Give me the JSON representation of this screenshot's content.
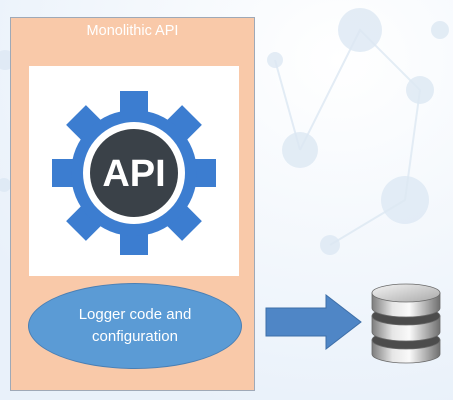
{
  "diagram": {
    "container_title": "Monolithic API",
    "logo_text": "API",
    "logger_label": "Logger code and configuration"
  },
  "colors": {
    "container_fill": "#f9c9a9",
    "gear_blue": "#3c7dd0",
    "logo_dark": "#3a4148",
    "ellipse_fill": "#5b9bd5",
    "arrow_fill": "#4f86c6"
  },
  "icons": [
    "api-gear-icon",
    "right-arrow-icon",
    "database-icon"
  ]
}
